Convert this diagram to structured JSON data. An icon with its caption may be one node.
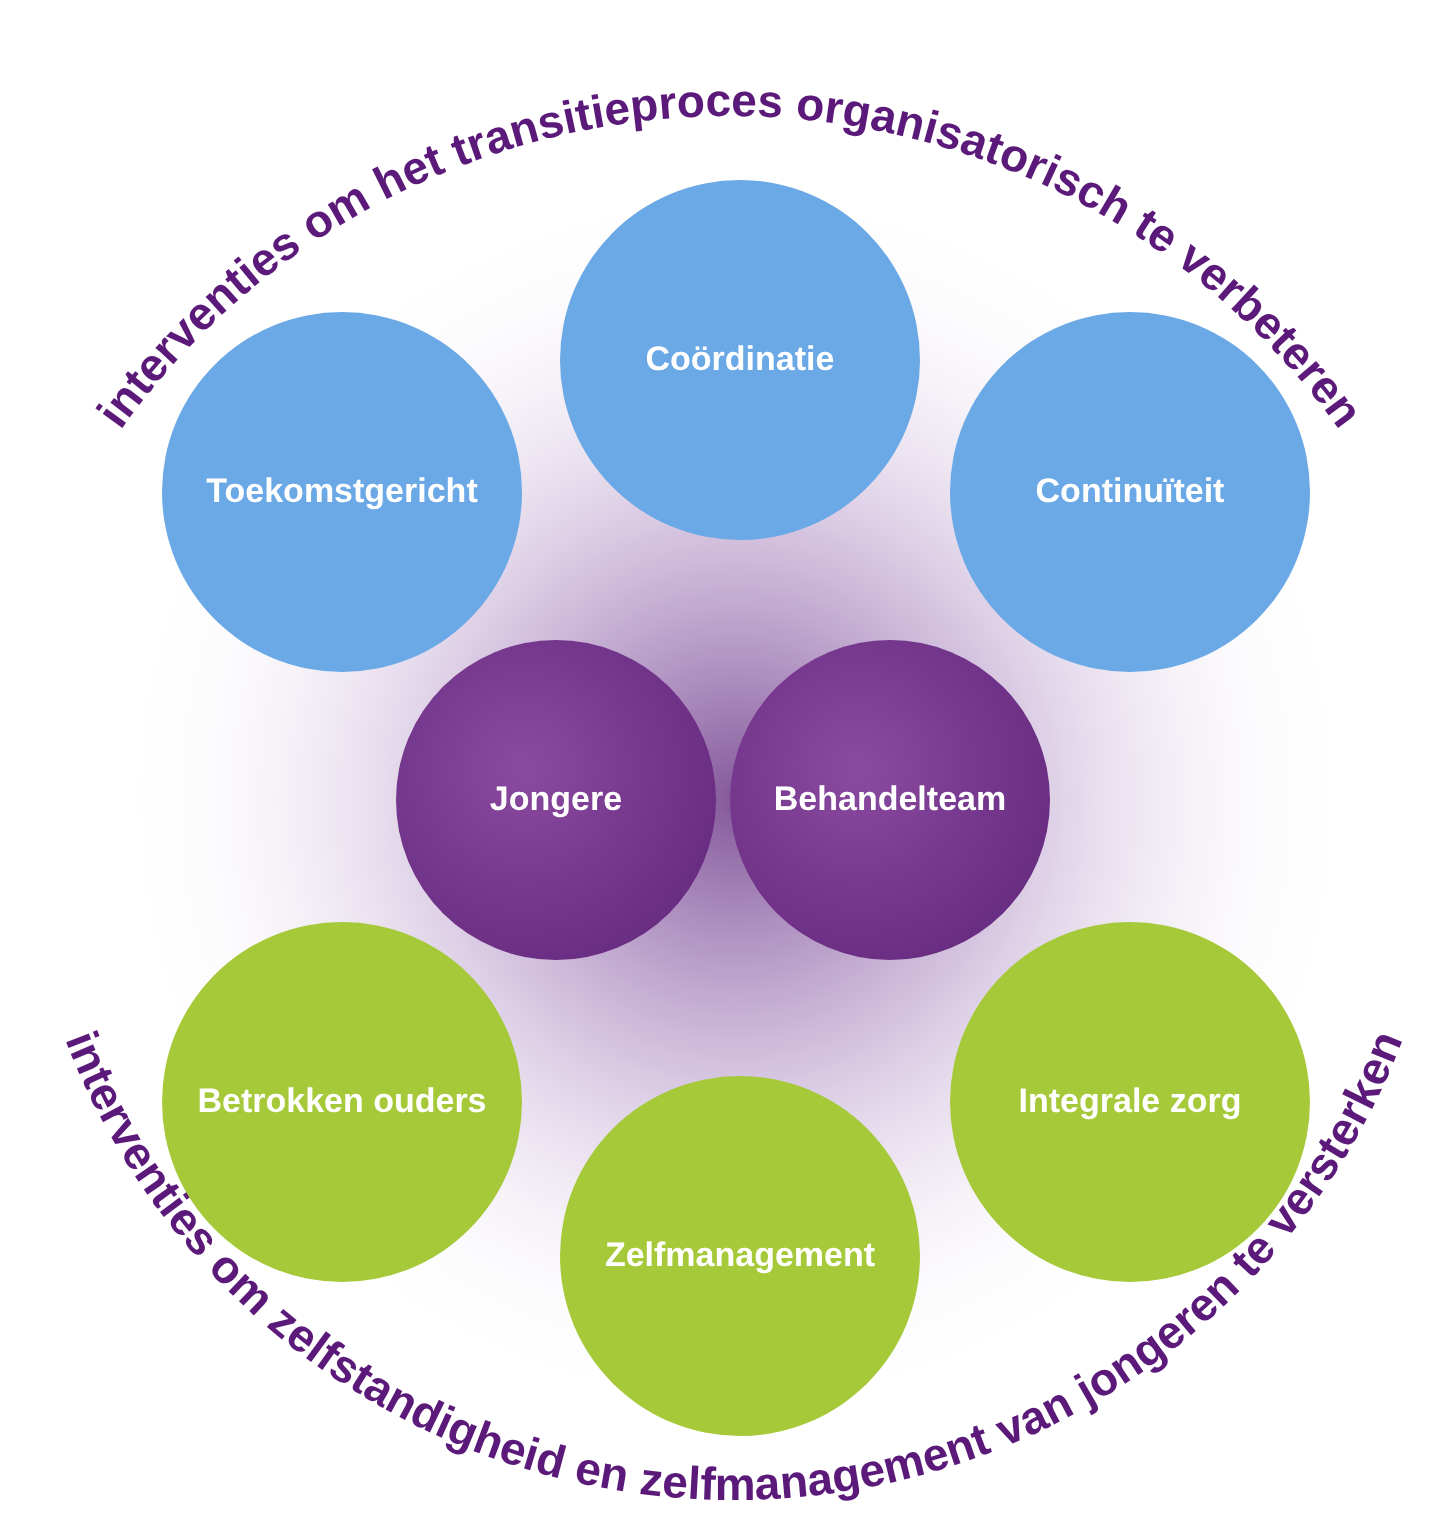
{
  "diagram": {
    "nodes": [
      {
        "text": [
          "Coördinatie"
        ]
      },
      {
        "text": [
          "Toekomstgericht"
        ]
      },
      {
        "text": [
          "Continuïteit"
        ]
      },
      {
        "text": [
          "Jongere"
        ]
      },
      {
        "text": [
          "Behandelteam"
        ]
      },
      {
        "text": [
          "Betrokken ouders"
        ]
      },
      {
        "text": [
          "Integrale zorg"
        ]
      },
      {
        "text": [
          "Zelfmanagement"
        ]
      }
    ],
    "labels": [
      "interventies om het transitieproces organisatorisch te verbeteren",
      "interventies om zelfstandigheid en zelfmanagement van jongeren te versterken"
    ]
  }
}
